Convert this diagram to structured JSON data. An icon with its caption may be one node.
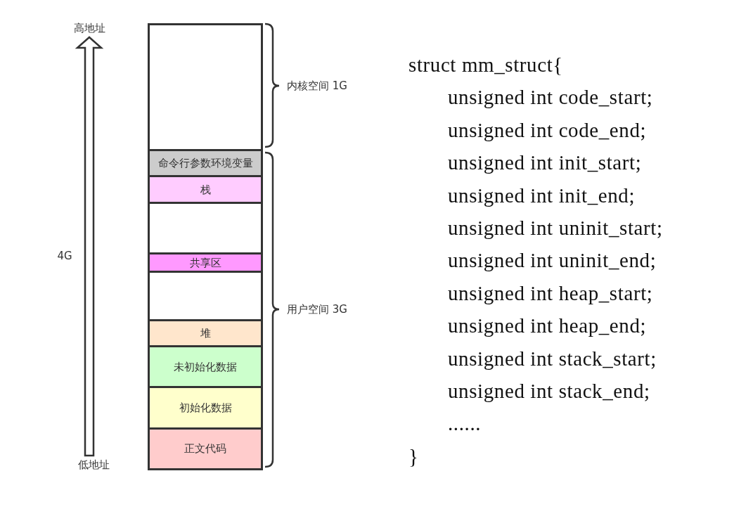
{
  "diagram": {
    "nodes": [
      {
        "text": [],
        "shape": "box"
      },
      {
        "text": [
          "命令行参数环境变量"
        ]
      },
      {
        "text": [
          "栈"
        ]
      },
      {
        "text": [],
        "shape": "box"
      },
      {
        "text": [
          "共享区"
        ]
      },
      {
        "text": [],
        "shape": "box"
      },
      {
        "text": [
          "堆"
        ]
      },
      {
        "text": [
          "未初始化数据"
        ]
      },
      {
        "text": [
          "初始化数据"
        ]
      },
      {
        "text": [
          "正文代码"
        ]
      }
    ],
    "labels": [
      "高地址",
      "4G",
      "低地址",
      "内核空间 1G",
      "用户空间 3G",
      "struct mm_struct{",
      "unsigned int code_start;",
      "unsigned int code_end;",
      "unsigned int init_start;",
      "unsigned int init_end;",
      "unsigned int uninit_start;",
      "unsigned int uninit_end;",
      "unsigned int heap_start;",
      "unsigned int heap_end;",
      "unsigned int stack_start;",
      "unsigned int stack_end;",
      "......",
      "}"
    ]
  }
}
